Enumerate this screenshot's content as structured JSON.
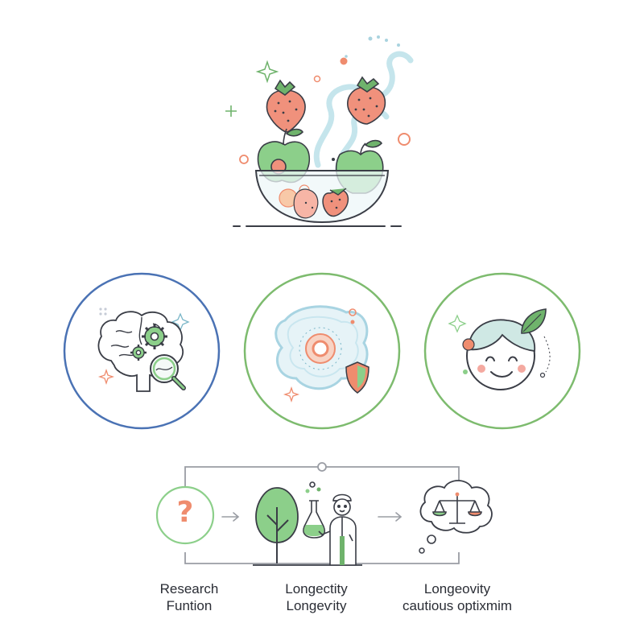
{
  "colors": {
    "outline": "#3a3d46",
    "strawberry": "#f0917c",
    "apple": "#8ccf8a",
    "leaf": "#6fb36c",
    "steam": "#bfe3ea",
    "accent_orange": "#ef8c6e",
    "ring_blue": "#4a72b4",
    "ring_green": "#7dbb6e",
    "connector": "#9a9da4"
  },
  "icons": {
    "hero": "fruit-bowl-icon",
    "circle_1": "brain-gears-magnifier-icon",
    "circle_2": "cell-shield-icon",
    "circle_3": "smiling-face-leaf-icon",
    "flow_1": "question-mark-icon",
    "flow_2": "tree-scientist-flask-icon",
    "flow_3": "thought-bubble-scales-icon"
  },
  "flow": {
    "labels": [
      {
        "line1": "Research",
        "line2": "Funtion"
      },
      {
        "line1": "Longectity",
        "line2": "Longeѵity"
      },
      {
        "line1": "Longeovity",
        "line2": "cautious optixmim"
      }
    ],
    "question_glyph": "?"
  }
}
